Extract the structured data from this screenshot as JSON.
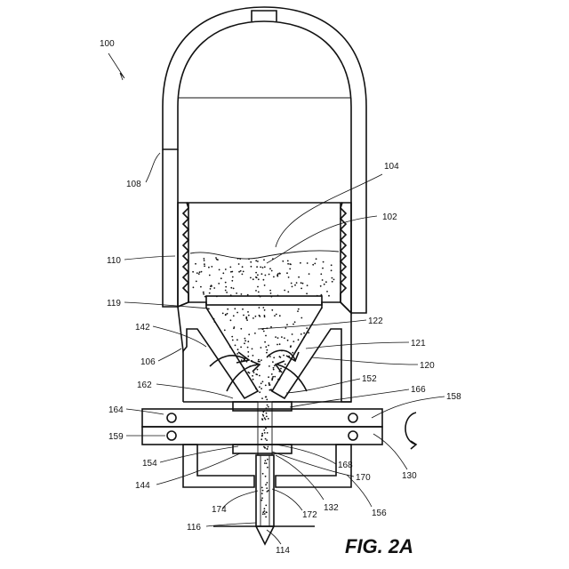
{
  "figure": {
    "caption": "FIG. 2A"
  },
  "labels": {
    "l100": "100",
    "l104": "104",
    "l108": "108",
    "l102": "102",
    "l110": "110",
    "l119": "119",
    "l122": "122",
    "l142": "142",
    "l121": "121",
    "l106": "106",
    "l120": "120",
    "l152": "152",
    "l162": "162",
    "l166": "166",
    "l158": "158",
    "l164": "164",
    "l159": "159",
    "l154": "154",
    "l168": "168",
    "l130": "130",
    "l144": "144",
    "l170": "170",
    "l174": "174",
    "l172": "172",
    "l132": "132",
    "l156": "156",
    "l116": "116",
    "l114": "114"
  }
}
